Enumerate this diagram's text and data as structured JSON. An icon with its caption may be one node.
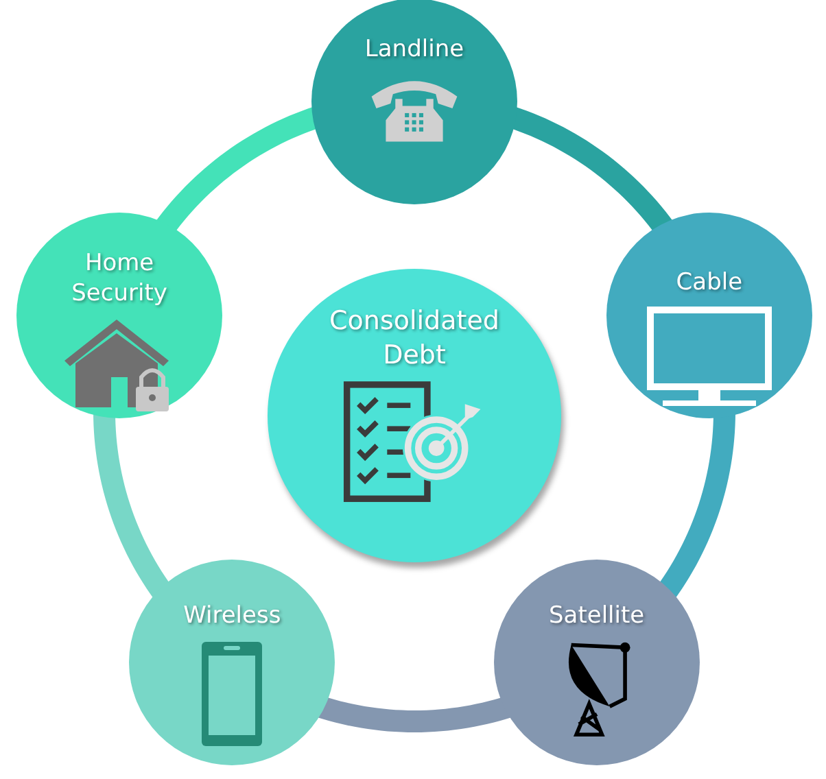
{
  "diagram": {
    "nodes": [
      {
        "text": [
          "Landline"
        ]
      },
      {
        "text": [
          "Cable"
        ]
      },
      {
        "text": [
          "Satellite"
        ]
      },
      {
        "text": [
          "Wireless"
        ]
      },
      {
        "text": [
          "Home Security"
        ]
      },
      {
        "text": [
          "Consolidated Debt"
        ]
      }
    ],
    "edges": [
      {
        "from": 0,
        "to": 1,
        "arrow": "none",
        "color": "#2aa3a0"
      },
      {
        "from": 1,
        "to": 2,
        "arrow": "none",
        "color": "#42abbf"
      },
      {
        "from": 2,
        "to": 3,
        "arrow": "none",
        "color": "#8497b0"
      },
      {
        "from": 3,
        "to": 4,
        "arrow": "none",
        "color": "#78d7c7"
      },
      {
        "from": 4,
        "to": 0,
        "arrow": "none",
        "color": "#44e2b8"
      }
    ]
  }
}
